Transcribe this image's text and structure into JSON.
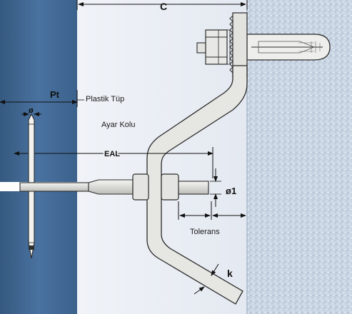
{
  "labels": {
    "c": "C",
    "pt": "Pt",
    "plastik_tup": "Plastik Tüp",
    "diameter_small": "ø",
    "ayar_kolu": "Ayar Kolu",
    "eal": "EAL",
    "diameter_1": "ø1",
    "tolerans": "Tolerans",
    "k": "k"
  },
  "colors": {
    "wall_left": "#3f6791",
    "wall_right": "#c8d4e2",
    "bracket_fill": "#e7e7e4",
    "bracket_stroke": "#2a2a2a"
  }
}
